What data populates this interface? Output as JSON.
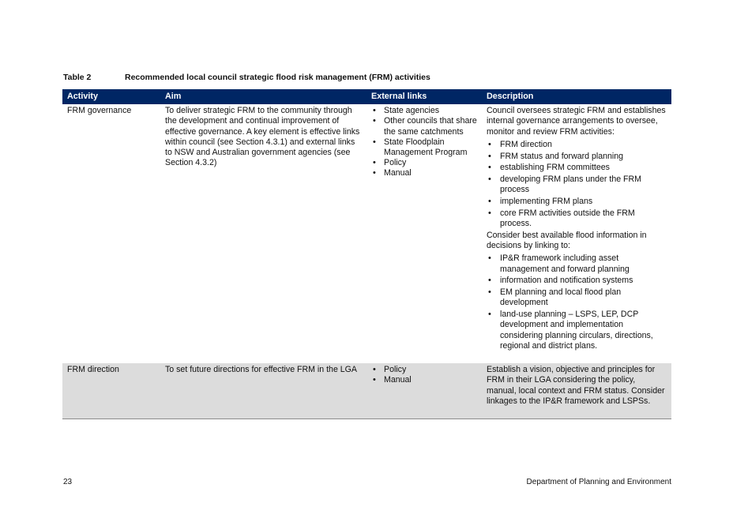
{
  "caption": {
    "number": "Table 2",
    "title": "Recommended local council strategic flood risk management (FRM) activities"
  },
  "table": {
    "headers": [
      "Activity",
      "Aim",
      "External links",
      "Description"
    ],
    "rows": [
      {
        "activity": "FRM governance",
        "aim": "To deliver strategic FRM to the community through the development and continual improvement of effective governance. A key element is effective links within council (see Section 4.3.1) and external links to NSW and Australian government agencies (see Section 4.3.2)",
        "links": [
          "State agencies",
          "Other councils that share the same catchments",
          "State Floodplain Management Program",
          "Policy",
          "Manual"
        ],
        "desc_intro": "Council oversees strategic FRM and establishes internal governance arrangements to oversee, monitor and review FRM activities:",
        "desc_list1": [
          "FRM direction",
          "FRM status and forward planning",
          "establishing FRM committees",
          "developing FRM plans under the FRM process",
          "implementing FRM plans",
          "core FRM activities outside the FRM process."
        ],
        "desc_mid": "Consider best available flood information in decisions by linking to:",
        "desc_list2": [
          "IP&R framework including asset management and forward planning",
          "information and notification systems",
          "EM planning and local flood plan development",
          "land-use planning – LSPS, LEP, DCP development and implementation considering planning circulars, directions, regional and district plans."
        ]
      },
      {
        "activity": "FRM direction",
        "aim": "To set future directions for effective FRM in the LGA",
        "links": [
          "Policy",
          "Manual"
        ],
        "desc_intro": "Establish a vision, objective and principles for FRM in their LGA considering the policy, manual, local context and FRM status. Consider linkages to the IP&R framework and LSPSs."
      }
    ]
  },
  "footer": {
    "page_number": "23",
    "department": "Department of Planning and Environment"
  }
}
